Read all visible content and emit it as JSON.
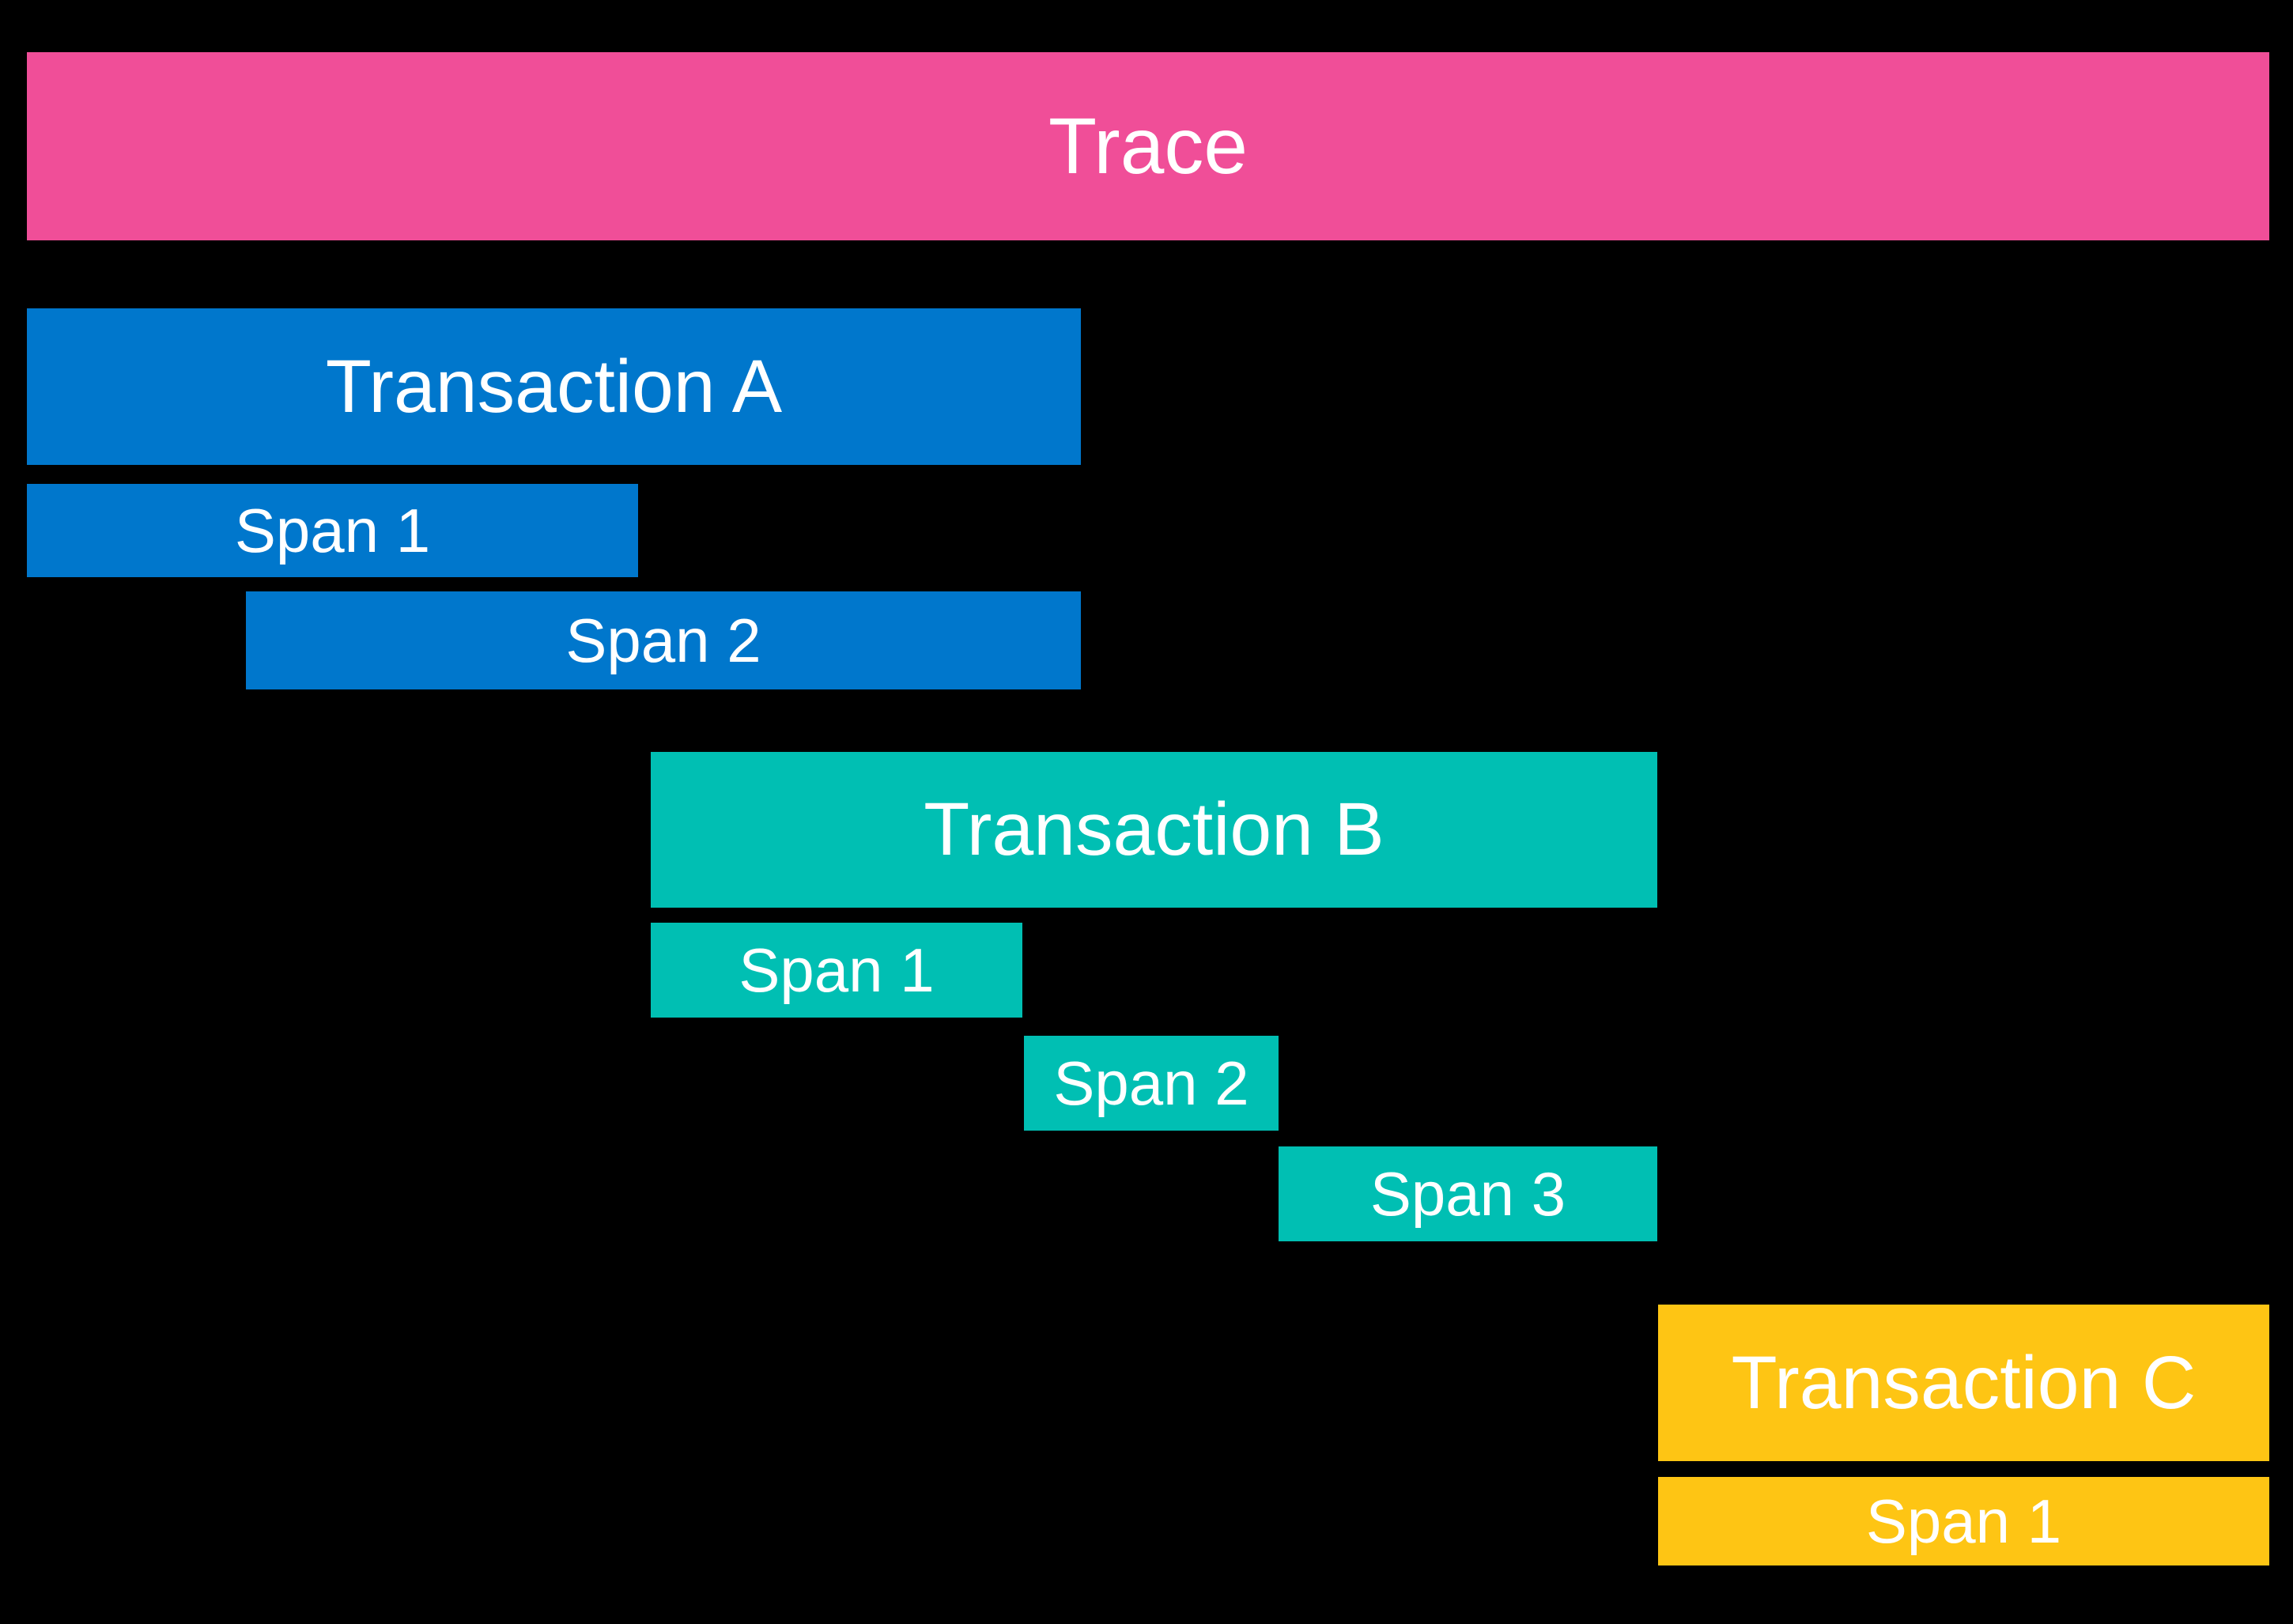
{
  "diagram": {
    "background_color": "#000000",
    "label_color": "#FFFFFF",
    "trace": {
      "label": "Trace",
      "color": "#F04E98"
    },
    "transactions": [
      {
        "label": "Transaction A",
        "color": "#0077CC",
        "spans": [
          {
            "label": "Span 1"
          },
          {
            "label": "Span 2"
          }
        ]
      },
      {
        "label": "Transaction B",
        "color": "#00BFB3",
        "spans": [
          {
            "label": "Span 1"
          },
          {
            "label": "Span 2"
          },
          {
            "label": "Span 3"
          }
        ]
      },
      {
        "label": "Transaction C",
        "color": "#FEC514",
        "spans": [
          {
            "label": "Span 1"
          }
        ]
      }
    ]
  }
}
